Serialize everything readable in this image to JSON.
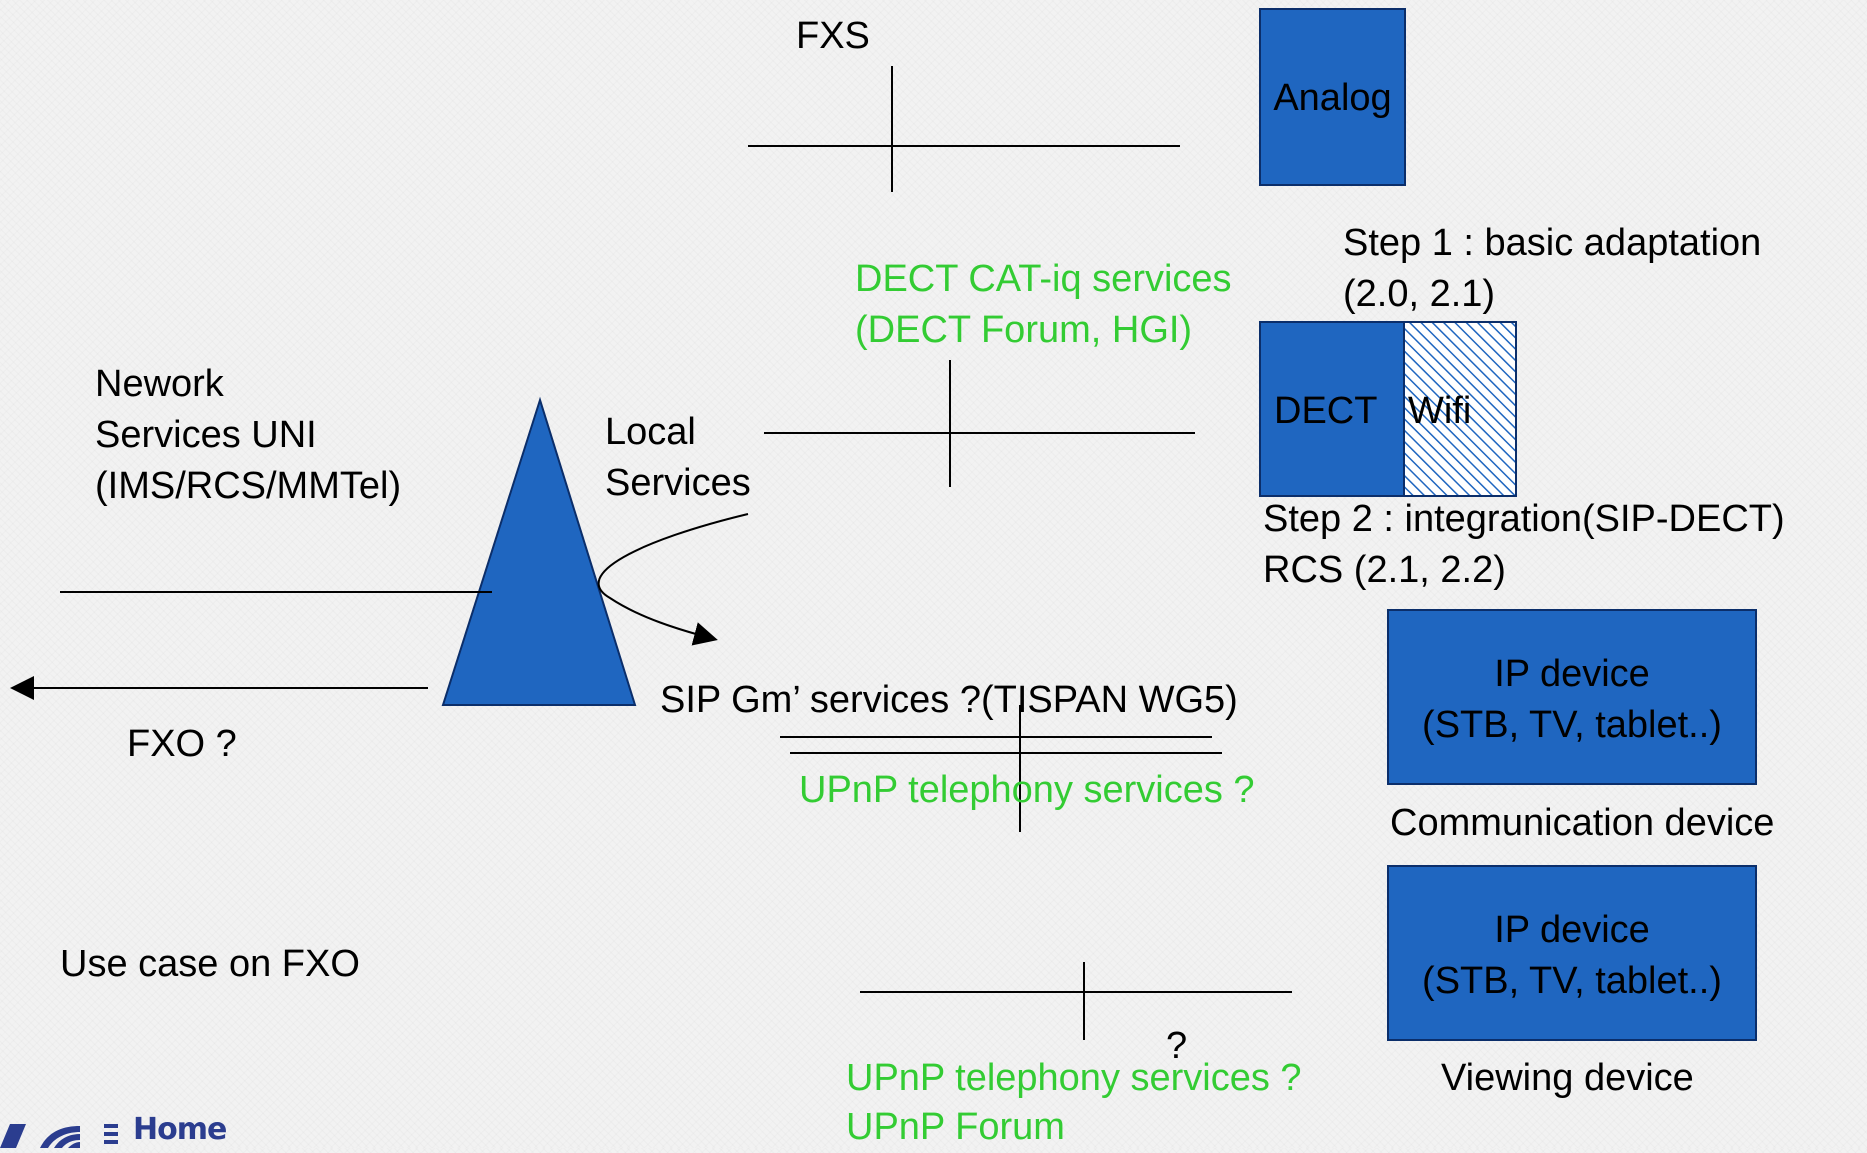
{
  "labels": {
    "fxs": "FXS",
    "analog": "Analog",
    "step1_line1": "Step 1 : basic adaptation",
    "step1_line2": "(2.0, 2.1)",
    "dect_catiq_line1": "DECT CAT-iq services",
    "dect_catiq_line2": "(DECT Forum, HGI)",
    "dect": "DECT",
    "wifi": "Wifi",
    "nework_line1": "Nework",
    "nework_line2": "Services UNI",
    "nework_line3": "(IMS/RCS/MMTel)",
    "local_line1": "Local",
    "local_line2": "Services",
    "step2_line1": "Step 2 : integration(SIP-DECT)",
    "step2_line2": "RCS (2.1, 2.2)",
    "ip_device_1_line1": "IP device",
    "ip_device_1_line2": "(STB, TV, tablet..)",
    "sip_gm": "SIP Gm’ services ?(TISPAN WG5)",
    "fxo": "FXO ?",
    "upnp_1": "UPnP telephony services ?",
    "communication_device": "Communication device",
    "ip_device_2_line1": "IP device",
    "ip_device_2_line2": "(STB, TV, tablet..)",
    "use_case_fxo": "Use case on FXO",
    "question": "?",
    "upnp_2_line1": "UPnP telephony services ?",
    "upnp_2_line2": "UPnP Forum",
    "viewing_device": "Viewing device",
    "logo_text": "Home"
  },
  "colors": {
    "box_fill": "#1f66c0",
    "box_stroke": "#0b2e6a",
    "green_text": "#33cc33",
    "logo_blue": "#2b3d8f"
  },
  "icons": {
    "logo": "home-gateway-logo"
  }
}
